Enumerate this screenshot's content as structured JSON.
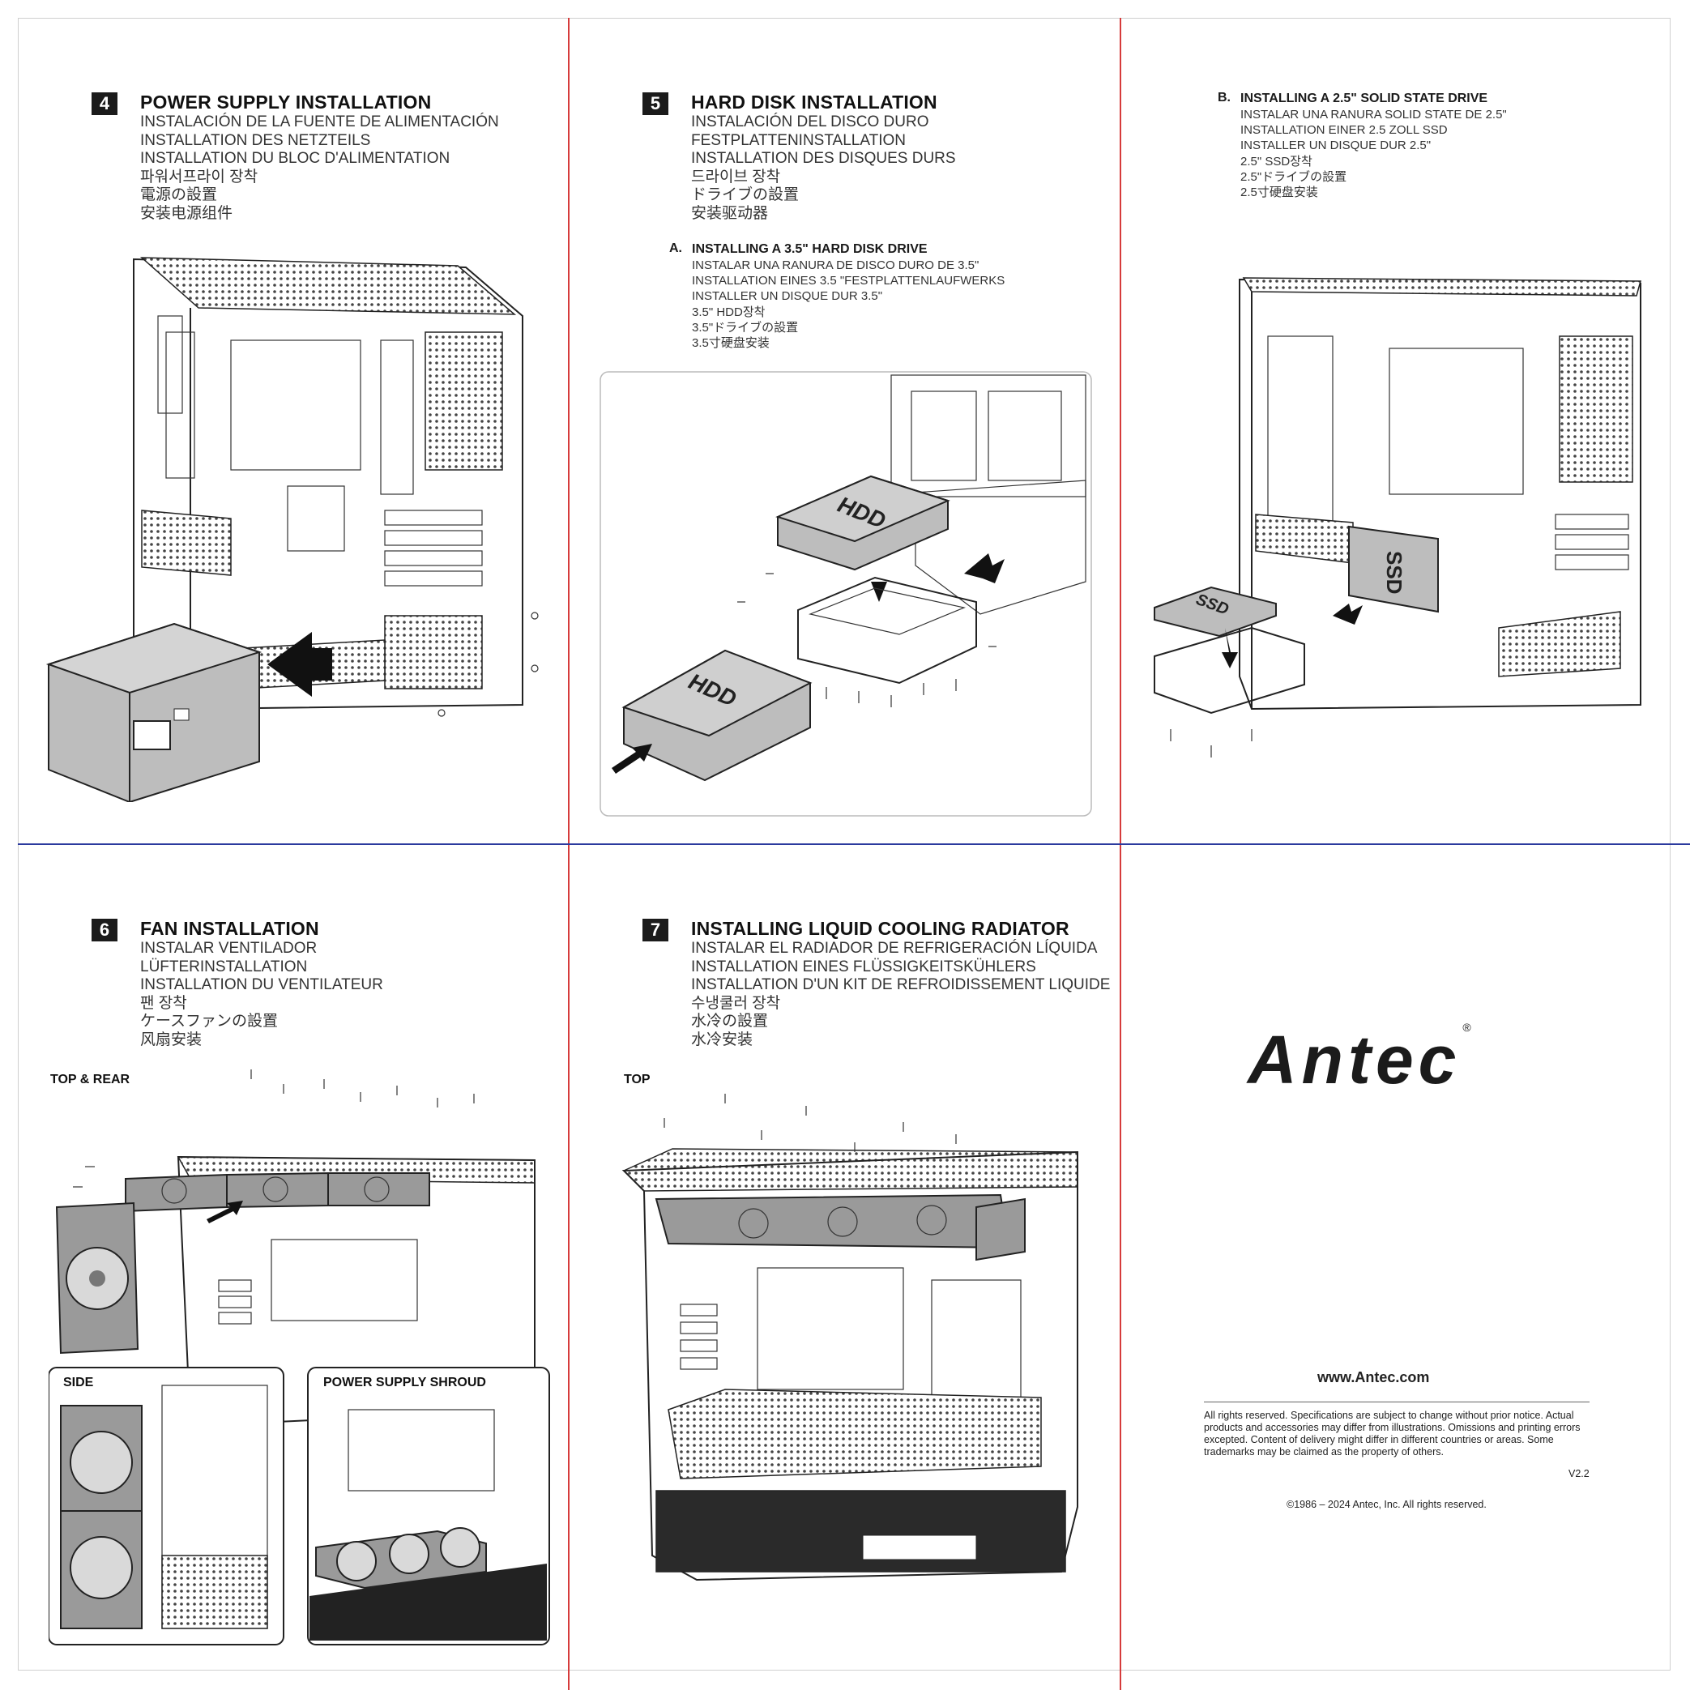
{
  "sections": {
    "s4": {
      "number": "4",
      "title": "POWER SUPPLY INSTALLATION",
      "lines": [
        "INSTALACIÓN DE LA FUENTE DE ALIMENTACIÓN",
        "INSTALLATION DES NETZTEILS",
        "INSTALLATION DU BLOC D'ALIMENTATION",
        "파워서프라이 장착",
        "電源の設置",
        "安装电源组件"
      ]
    },
    "s5": {
      "number": "5",
      "title": "HARD DISK INSTALLATION",
      "lines": [
        "INSTALACIÓN DEL DISCO DURO",
        "FESTPLATTENINSTALLATION",
        "INSTALLATION DES DISQUES DURS",
        "드라이브 장착",
        "ドライブの設置",
        "安装驱动器"
      ],
      "sub_a": {
        "letter": "A.",
        "title": "INSTALLING A 3.5\"  HARD DISK DRIVE",
        "lines": [
          "INSTALAR UNA RANURA DE DISCO DURO DE 3.5\"",
          "INSTALLATION EINES 3.5 \"FESTPLATTENLAUFWERKS",
          "INSTALLER UN DISQUE DUR 3.5\"",
          "3.5\" HDD장착",
          "3.5\"ドライブの設置",
          "3.5寸硬盘安装"
        ]
      }
    },
    "s5b": {
      "letter": "B.",
      "title": "INSTALLING A 2.5\"  SOLID STATE DRIVE",
      "lines": [
        "INSTALAR UNA RANURA SOLID STATE DE 2.5\"",
        "INSTALLATION EINER 2.5 ZOLL SSD",
        "INSTALLER UN DISQUE DUR 2.5\"",
        "2.5\" SSD장착",
        "2.5\"ドライブの設置",
        "2.5寸硬盘安装"
      ]
    },
    "s6": {
      "number": "6",
      "title": "FAN INSTALLATION",
      "lines": [
        "INSTALAR VENTILADOR",
        "LÜFTERINSTALLATION",
        "INSTALLATION DU VENTILATEUR",
        "팬 장착",
        "ケースファンの設置",
        "风扇安装"
      ],
      "tags": {
        "top_rear": "TOP & REAR",
        "side": "SIDE",
        "psu_shroud": "POWER SUPPLY SHROUD"
      }
    },
    "s7": {
      "number": "7",
      "title": "INSTALLING LIQUID COOLING RADIATOR",
      "lines": [
        "INSTALAR EL RADIADOR DE REFRIGERACIÓN LÍQUIDA",
        "INSTALLATION EINES FLÜSSIGKEITSKÜHLERS",
        "INSTALLATION D'UN KIT DE REFROIDISSEMENT LIQUIDE",
        "수냉쿨러 장착",
        "水冷の設置",
        "水冷安装"
      ],
      "tags": {
        "top": "TOP"
      }
    }
  },
  "drive_labels": {
    "hdd": "HDD",
    "ssd": "SSD"
  },
  "brand": {
    "logo": "Antec",
    "registered": "®",
    "website": "www.Antec.com",
    "legal": "All rights reserved. Specifications are subject to change without prior notice. Actual products and accessories may differ from illustrations. Omissions and printing errors excepted. Content of delivery might differ in different countries or areas. Some trademarks may be claimed as the property of others.",
    "version": "V2.2",
    "copyright": "©1986 – 2024 Antec, Inc. All rights reserved."
  },
  "colors": {
    "fold_vertical": "#d63b3b",
    "fold_horizontal": "#2b3a9e",
    "ink": "#1b1b1b",
    "drive_grey": "#bdbdbd"
  }
}
